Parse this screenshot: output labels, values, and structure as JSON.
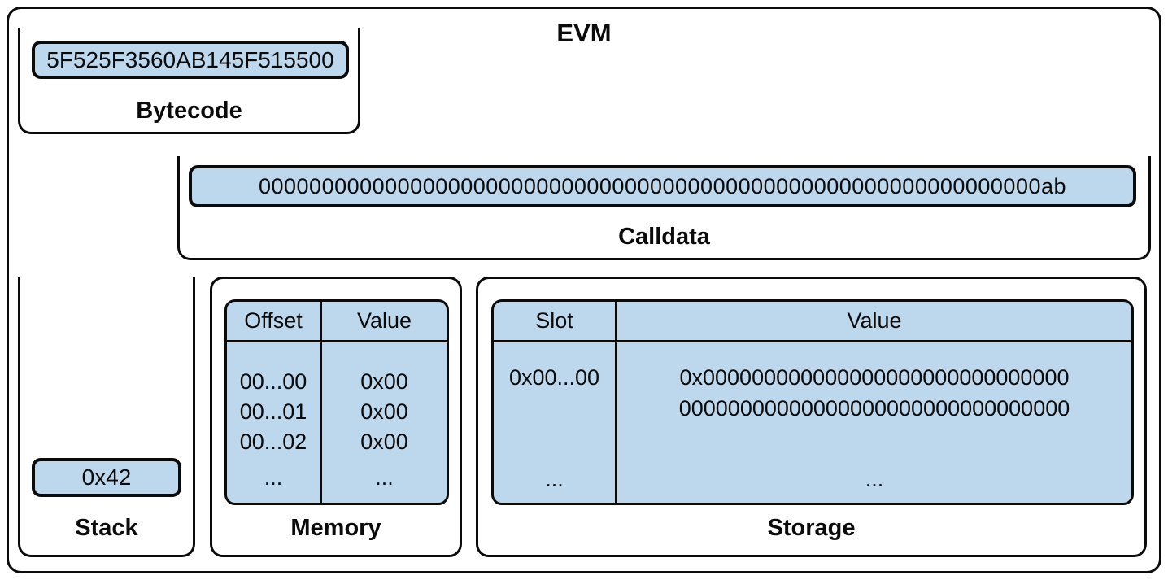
{
  "evm": {
    "title": "EVM",
    "colors": {
      "fill": "#BDD7EC",
      "border": "#000000"
    },
    "bytecode": {
      "value": "5F525F3560AB145F515500",
      "label": "Bytecode"
    },
    "calldata": {
      "value": "00000000000000000000000000000000000000000000000000000000000000ab",
      "label": "Calldata"
    },
    "stack": {
      "value": "0x42",
      "label": "Stack"
    },
    "memory": {
      "label": "Memory",
      "headers": {
        "offset": "Offset",
        "value": "Value"
      },
      "rows": [
        {
          "offset": "00...00",
          "value": "0x00"
        },
        {
          "offset": "00...01",
          "value": "0x00"
        },
        {
          "offset": "00...02",
          "value": "0x00"
        }
      ],
      "ellipsis": "..."
    },
    "storage": {
      "label": "Storage",
      "headers": {
        "slot": "Slot",
        "value": "Value"
      },
      "row": {
        "slot": "0x00...00",
        "value_line1": "0x000000000000000000000000000000",
        "value_line2": "00000000000000000000000000000000"
      },
      "ellipsis": "..."
    }
  }
}
